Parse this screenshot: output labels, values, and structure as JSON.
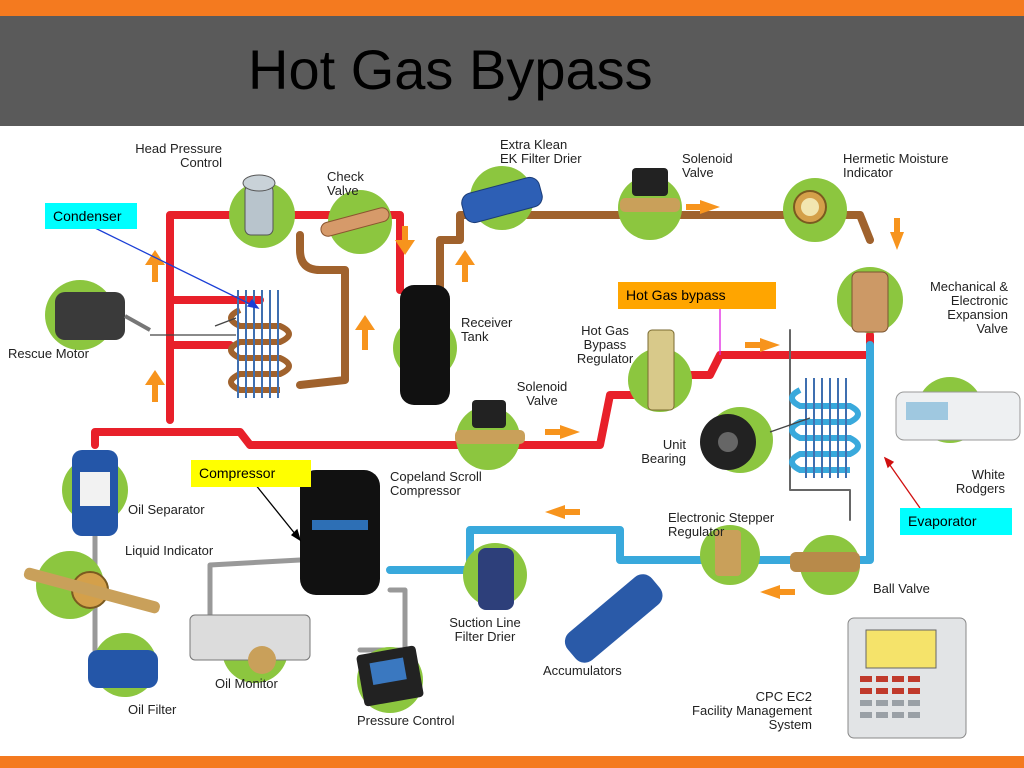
{
  "title": "Hot Gas Bypass",
  "colors": {
    "accent": "#f47a1f",
    "header": "#5a5a5a",
    "hot_line": "#e8202a",
    "liquid_line": "#a0622d",
    "suction_line": "#39a9dc",
    "component_bg": "#8cc63f",
    "flow_arrow": "#f7941d"
  },
  "labels": {
    "head_pressure_control": [
      "Head Pressure",
      "Control"
    ],
    "check_valve": [
      "Check",
      "Valve"
    ],
    "filter_drier": [
      "Extra Klean",
      "EK Filter Drier"
    ],
    "solenoid_valve_top": [
      "Solenoid",
      "Valve"
    ],
    "moisture_indicator": [
      "Hermetic Moisture",
      "Indicator"
    ],
    "expansion_valve": [
      "Mechanical &",
      "Electronic",
      "Expansion",
      "Valve"
    ],
    "receiver_tank": [
      "Receiver",
      "Tank"
    ],
    "hot_gas_regulator": [
      "Hot Gas",
      "Bypass",
      "Regulator"
    ],
    "rescue_motor": "Rescue Motor",
    "solenoid_valve_mid": [
      "Solenoid",
      "Valve"
    ],
    "unit_bearing": [
      "Unit",
      "Bearing"
    ],
    "white_rodgers": [
      "White",
      "Rodgers"
    ],
    "copeland_compressor": [
      "Copeland Scroll",
      "Compressor"
    ],
    "oil_separator": "Oil Separator",
    "liquid_indicator": "Liquid Indicator",
    "stepper_regulator": [
      "Electronic Stepper",
      "Regulator"
    ],
    "ball_valve": "Ball Valve",
    "suction_filter_drier": [
      "Suction Line",
      "Filter Drier"
    ],
    "oil_monitor": "Oil Monitor",
    "accumulators": "Accumulators",
    "oil_filter": "Oil Filter",
    "pressure_control": "Pressure Control",
    "facility_system": [
      "CPC EC2",
      "Facility Management",
      "System"
    ]
  },
  "callouts": {
    "condenser": "Condenser",
    "hot_gas_bypass": "Hot Gas bypass",
    "compressor": "Compressor",
    "evaporator": "Evaporator"
  }
}
